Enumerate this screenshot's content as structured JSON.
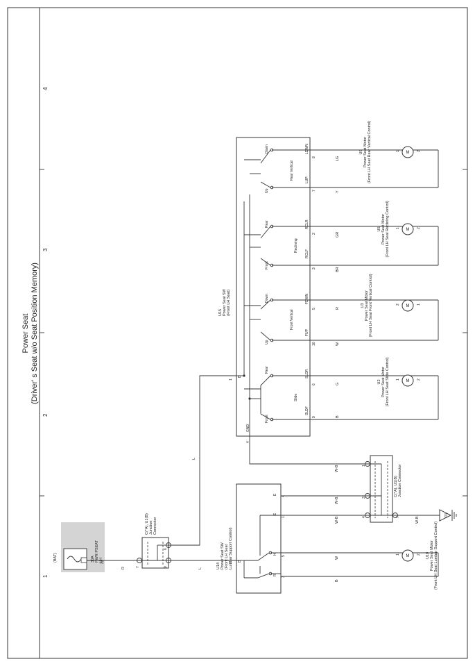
{
  "title": {
    "line1": "Power Seat",
    "line2": "(Driver' s Seat w/o Seat Position Memory)"
  },
  "grid_numbers": [
    "1",
    "2",
    "3",
    "4"
  ],
  "fuse": {
    "supply": "(BAT)",
    "amps": "30A",
    "name": "PWR PSEAT",
    "side": "LH",
    "pin": "22"
  },
  "jc_top": {
    "code": "C(*A), U1(B)",
    "line2": "Junction",
    "line3": "Connector",
    "pins": [
      "7",
      "9",
      "6"
    ]
  },
  "jc_bot": {
    "code": "C(*A), U1(B)",
    "line2": "Junction Connector",
    "pins": [
      "1",
      "3",
      "4",
      "7"
    ]
  },
  "ground": {
    "code": "D1"
  },
  "u15": {
    "code": "U15",
    "line1": "Power Seat SW",
    "line2": "(Front LH Seat)",
    "pin_b": "1",
    "b": "B",
    "pin_gnd": "4",
    "gnd": "GND"
  },
  "u14": {
    "code": "U14",
    "line1": "Power Seat SW",
    "line2": "(Front LH Seat",
    "line3": "Lumbar Support Control)",
    "pin_b": "2",
    "b": "B",
    "pins": [
      "4",
      "1",
      "5",
      "3"
    ],
    "e1": "E",
    "e2": "E"
  },
  "sw_groups": [
    {
      "name": "Slide",
      "pos1": "Front",
      "pos2": "Rear",
      "sig1": "SLDF",
      "sig2": "SLDR",
      "pin1": "9",
      "pin2": "6",
      "col1": "B",
      "col2": "G"
    },
    {
      "name": "Front Vertical",
      "pos1": "Up",
      "pos2": "Down",
      "sig1": "FUP",
      "sig2": "FDWN",
      "pin1": "10",
      "pin2": "5",
      "col1": "W",
      "col2": "R"
    },
    {
      "name": "Reclining",
      "pos1": "Front",
      "pos2": "Rear",
      "sig1": "RCLF",
      "sig2": "RCLR",
      "pin1": "3",
      "pin2": "2",
      "col1": "BR",
      "col2": "GR"
    },
    {
      "name": "Rear Vertical",
      "pos1": "Up",
      "pos2": "Down",
      "sig1": "LUP",
      "sig2": "LDWN",
      "pin1": "7",
      "pin2": "8",
      "col1": "Y",
      "col2": "LG"
    }
  ],
  "lumbar_sw": {
    "pos1": "H",
    "pos2": "R",
    "col1": "W",
    "col2": "B"
  },
  "motors": [
    {
      "code": "U2",
      "line1": "Power Seat Motor",
      "line2": "(Front LH Seat Slide Control)",
      "glyph": "M",
      "pins": [
        "1",
        "2"
      ]
    },
    {
      "code": "U3",
      "line1": "Power Seat Motor",
      "line2": "(Front LH Seat Front Vertical Control)",
      "glyph": "M",
      "pins": [
        "1",
        "2"
      ]
    },
    {
      "code": "U5",
      "line1": "Power Seat Motor",
      "line2": "(Front LH Seat Reclining Control)",
      "glyph": "M",
      "pins": [
        "1",
        "2"
      ]
    },
    {
      "code": "U9",
      "line1": "Power Seat Motor",
      "line2": "(Front LH Seat Rear Vertical Control)",
      "glyph": "M",
      "pins": [
        "1",
        "2"
      ]
    },
    {
      "code": "U10",
      "line1": "Power Seat Motor",
      "line2": "(Front LH Seat Lumbar Support Control)",
      "glyph": "M",
      "pins": [
        "1",
        "2"
      ]
    }
  ],
  "wire_colors": {
    "r": "R",
    "l1": "L",
    "l2": "L",
    "wb1": "W-B",
    "wb2": "W-B",
    "wb3": "W-B",
    "wb4": "W-B"
  }
}
